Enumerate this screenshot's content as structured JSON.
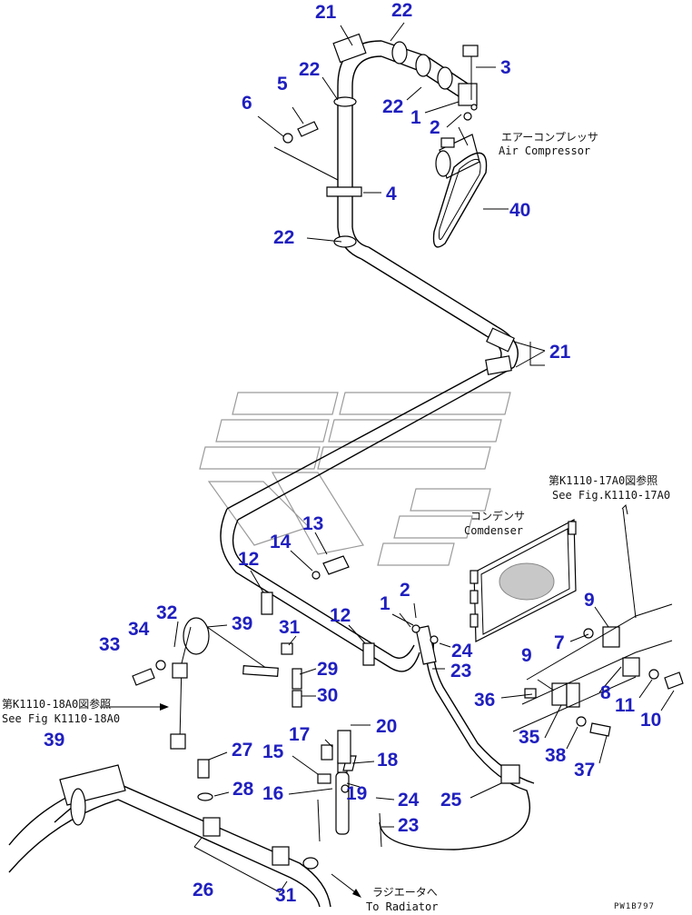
{
  "labels": [
    {
      "id": "21a",
      "text": "21"
    },
    {
      "id": "22a",
      "text": "22"
    },
    {
      "id": "3",
      "text": "3"
    },
    {
      "id": "22b",
      "text": "22"
    },
    {
      "id": "5",
      "text": "5"
    },
    {
      "id": "6",
      "text": "6"
    },
    {
      "id": "22c",
      "text": "22"
    },
    {
      "id": "1a",
      "text": "1"
    },
    {
      "id": "2a",
      "text": "2"
    },
    {
      "id": "4",
      "text": "4"
    },
    {
      "id": "40",
      "text": "40"
    },
    {
      "id": "22d",
      "text": "22"
    },
    {
      "id": "21b",
      "text": "21"
    },
    {
      "id": "13",
      "text": "13"
    },
    {
      "id": "14",
      "text": "14"
    },
    {
      "id": "12a",
      "text": "12"
    },
    {
      "id": "12b",
      "text": "12"
    },
    {
      "id": "2b",
      "text": "2"
    },
    {
      "id": "1b",
      "text": "1"
    },
    {
      "id": "9a",
      "text": "9"
    },
    {
      "id": "32",
      "text": "32"
    },
    {
      "id": "34",
      "text": "34"
    },
    {
      "id": "33",
      "text": "33"
    },
    {
      "id": "39a",
      "text": "39"
    },
    {
      "id": "31a",
      "text": "31"
    },
    {
      "id": "24a",
      "text": "24"
    },
    {
      "id": "7",
      "text": "7"
    },
    {
      "id": "29",
      "text": "29"
    },
    {
      "id": "23a",
      "text": "23"
    },
    {
      "id": "9b",
      "text": "9"
    },
    {
      "id": "30",
      "text": "30"
    },
    {
      "id": "36",
      "text": "36"
    },
    {
      "id": "8",
      "text": "8"
    },
    {
      "id": "11",
      "text": "11"
    },
    {
      "id": "10",
      "text": "10"
    },
    {
      "id": "39b",
      "text": "39"
    },
    {
      "id": "20",
      "text": "20"
    },
    {
      "id": "17",
      "text": "17"
    },
    {
      "id": "35",
      "text": "35"
    },
    {
      "id": "27",
      "text": "27"
    },
    {
      "id": "15",
      "text": "15"
    },
    {
      "id": "18",
      "text": "18"
    },
    {
      "id": "38",
      "text": "38"
    },
    {
      "id": "37",
      "text": "37"
    },
    {
      "id": "28",
      "text": "28"
    },
    {
      "id": "16",
      "text": "16"
    },
    {
      "id": "19",
      "text": "19"
    },
    {
      "id": "24b",
      "text": "24"
    },
    {
      "id": "25",
      "text": "25"
    },
    {
      "id": "23b",
      "text": "23"
    },
    {
      "id": "26",
      "text": "26"
    },
    {
      "id": "31b",
      "text": "31"
    }
  ],
  "notes": {
    "air_compressor_jp": "エアーコンプレッサ",
    "air_compressor_en": "Air Compressor",
    "condenser_jp": "コンデンサ",
    "condenser_en": "Comdenser",
    "ref_17a0_jp": "第K1110-17A0図参照",
    "ref_17a0_en": "See Fig.K1110-17A0",
    "ref_18a0_jp": "第K1110-18A0図参照",
    "ref_18a0_en": "See Fig K1110-18A0",
    "radiator_jp": "ラジエータへ",
    "radiator_en": "To Radiator"
  },
  "drawing_code": "PW1B797",
  "colors": {
    "callout": "#1f1fbf",
    "line": "#000000",
    "watermark": "#9a9a9a"
  }
}
